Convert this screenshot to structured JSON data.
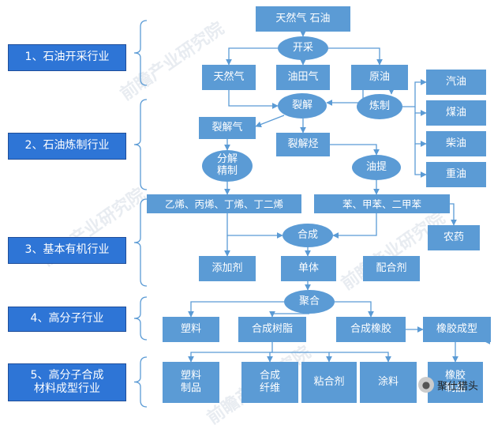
{
  "watermark": "前瞻产业研究院",
  "industries": [
    "1、石油开采行业",
    "2、石油炼制行业",
    "3、基本有机行业",
    "4、高分子行业",
    "5、高分子合成材料成型行业"
  ],
  "industry_lines": [
    [
      "1、石油开采行业"
    ],
    [
      "2、石油炼制行业"
    ],
    [
      "3、基本有机行业"
    ],
    [
      "4、高分子行业"
    ],
    [
      "5、高分子合成",
      "材料成型行业"
    ]
  ],
  "nodes": {
    "top": "天然气 石油",
    "mining": "开采",
    "natural_gas": "天然气",
    "oilfield_gas": "油田气",
    "crude_oil": "原油",
    "cracking": "裂解",
    "refining": "炼制",
    "cracked_gas": "裂解气",
    "cracked_hydrocarbon": "裂解烃",
    "separation_refine": [
      "分解",
      "精制"
    ],
    "oil_extraction": "油提",
    "gasoline": "汽油",
    "coal_oil": "煤油",
    "diesel": "柴油",
    "heavy_oil": "重油",
    "olefins": "乙烯、丙烯、丁烯、丁二烯",
    "aromatics": "苯、甲苯、二甲苯",
    "pesticide": "农药",
    "synthesis": "合成",
    "additive": "添加剂",
    "monomer": "单体",
    "mixture": "配合剂",
    "polymerization": "聚合",
    "plastic": "塑料",
    "synthetic_resin": "合成树脂",
    "synthetic_rubber": "合成橡胶",
    "rubber_molding": "橡胶成型",
    "plastic_products": [
      "塑料",
      "制品"
    ],
    "synthetic_fiber": [
      "合成",
      "纤维"
    ],
    "adhesive": "粘合剂",
    "coating": "涂料",
    "rubber_products": [
      "橡胶",
      "制品"
    ]
  },
  "brand": {
    "icon": "wechat-icon",
    "label": "聚仕猎头"
  },
  "colors": {
    "node": "#5b9bd5",
    "industry": "#2e75d6",
    "line": "#5b9bd5",
    "bracket": "#5b9bd5"
  }
}
